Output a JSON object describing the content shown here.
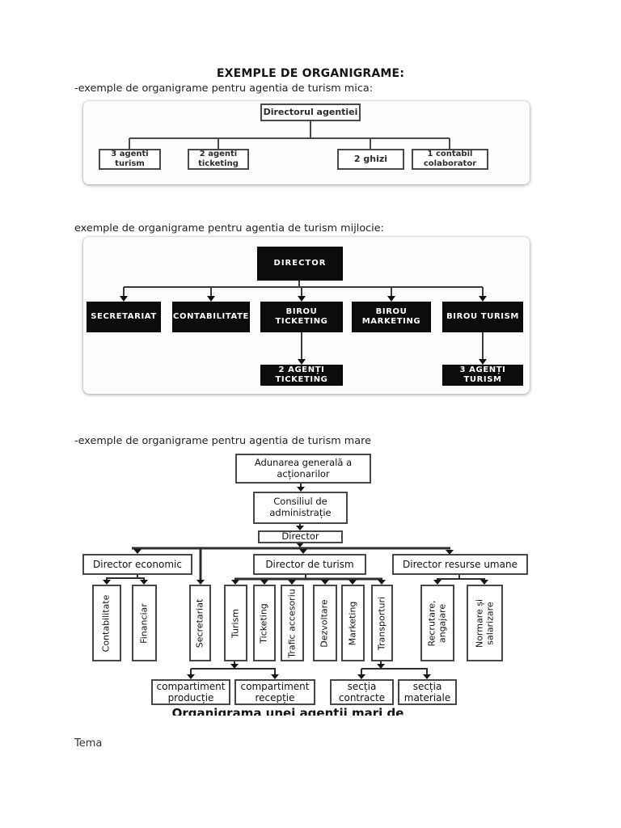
{
  "page": {
    "title": "EXEMPLE DE ORGANIGRAME:",
    "footer_label": "Tema"
  },
  "sections": {
    "small": {
      "heading": "-exemple de organigrame pentru agentia de turism mica:"
    },
    "medium": {
      "heading": "exemple de organigrame pentru agentia de turism mijlocie:"
    },
    "large": {
      "heading": "-exemple de organigrame pentru agentia de turism mare"
    }
  },
  "chart_small": {
    "root": "Directorul agentiei",
    "children": [
      "3 agenti\nturism",
      "2 agenti\nticketing",
      "2 ghizi",
      "1 contabil\ncolaborator"
    ]
  },
  "chart_medium": {
    "root": "DIRECTOR",
    "departments": [
      "SECRETARIAT",
      "CONTABILITATE",
      "BIROU\nTICKETING",
      "BIROU\nMARKETING",
      "BIROU TURISM"
    ],
    "subunits": [
      "2 AGENȚI\nTICKETING",
      "3 AGENȚI\nTURISM"
    ]
  },
  "chart_large": {
    "level1": "Adunarea generală a\nacționarilor",
    "level2": "Consiliul de\nadministrație",
    "level3": "Director",
    "directors": [
      "Director economic",
      "Director de turism",
      "Director resurse umane"
    ],
    "economic_units": [
      "Contabilitate",
      "Financiar"
    ],
    "staff_unit": "Secretariat",
    "turism_units": [
      "Turism",
      "Ticketing",
      "Trafic accesoriu",
      "Dezvoltare",
      "Marketing",
      "Transporturi"
    ],
    "hr_units": [
      "Recrutare,\nangajare",
      "Normare și\nsalarizare"
    ],
    "turism_subunits": [
      "compartiment\nproducție",
      "compartiment\nrecepție"
    ],
    "transport_subunits": [
      "secția\ncontracte",
      "secția\nmateriale"
    ],
    "caption": "Organigrama unei agentii mari de turism"
  },
  "colors": {
    "dark_box": "#0c0c0c",
    "line": "#2e2e2e",
    "text": "#1a1a1a"
  }
}
